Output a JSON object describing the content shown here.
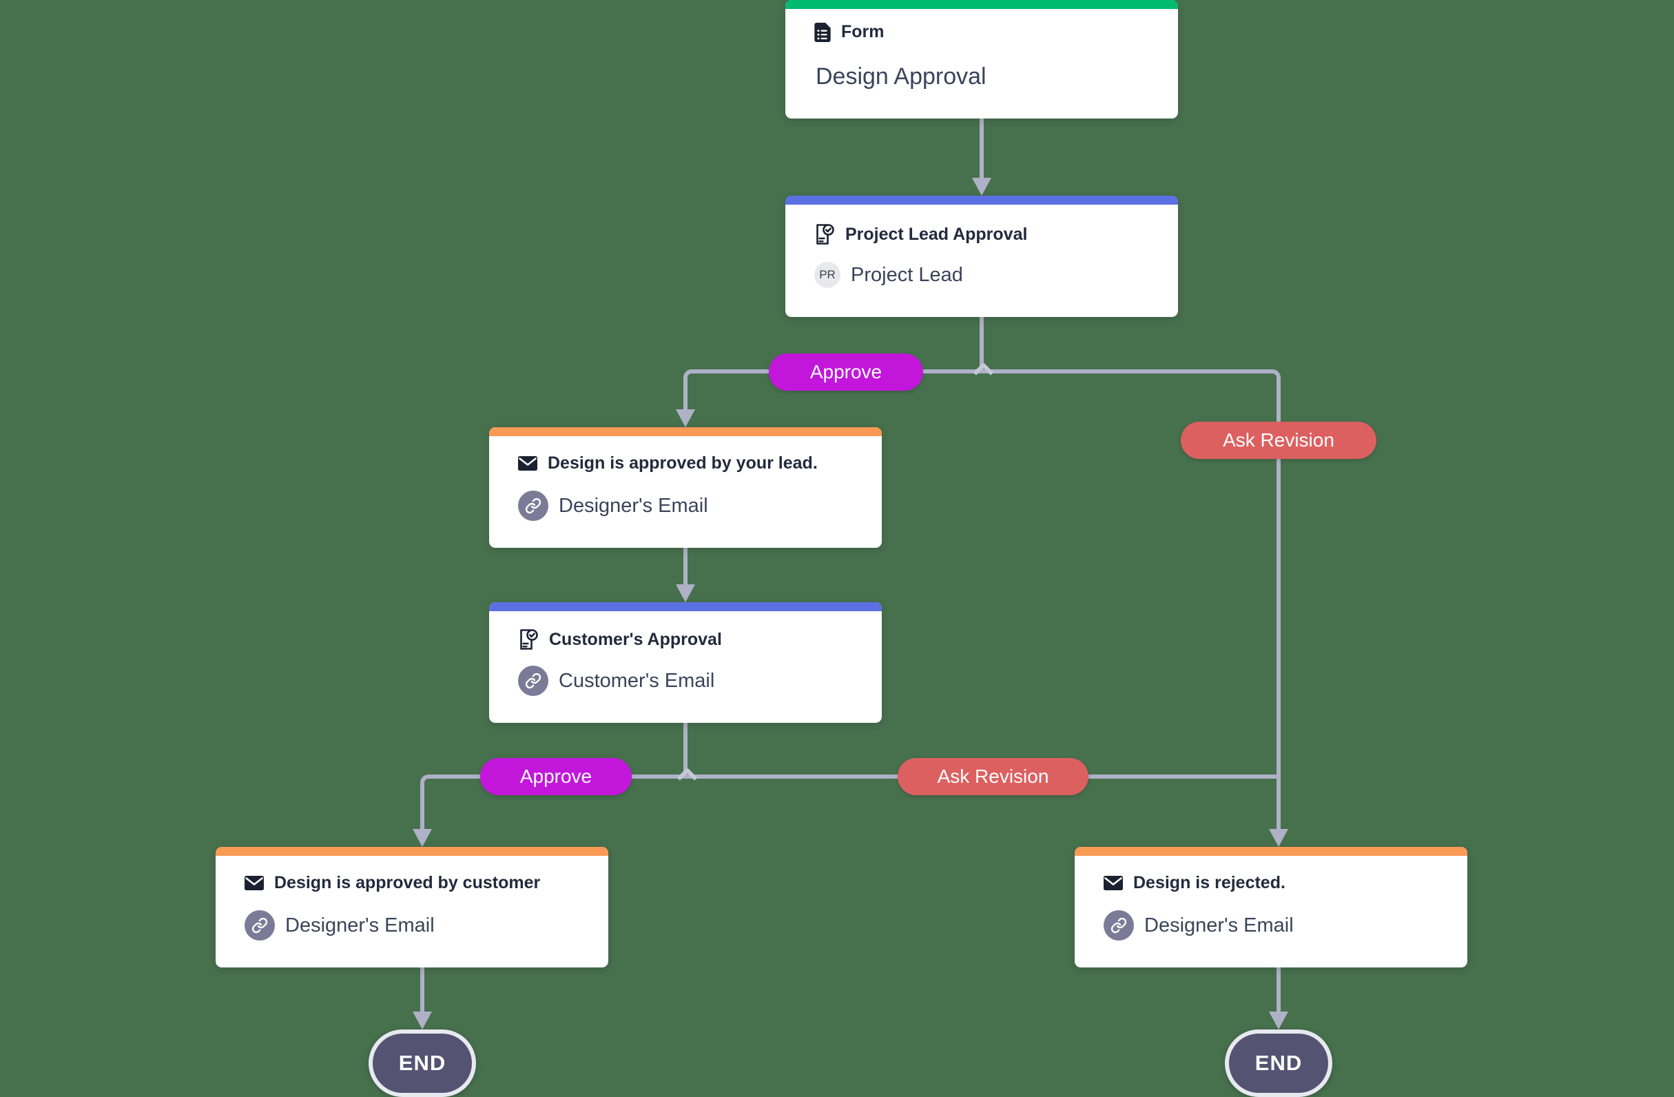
{
  "background": "#47704D",
  "connector_color": "#AFB1C6",
  "nodes": [
    {
      "id": "form",
      "accent": "#00BA70",
      "label": "Form",
      "title": "Design Approval"
    },
    {
      "id": "project-lead-approval",
      "accent": "#5B70E3",
      "title": "Project Lead Approval",
      "avatar": "PR",
      "assignee": "Project Lead"
    },
    {
      "id": "email-approved-by-lead",
      "accent": "#F99A55",
      "title": "Design is approved by your lead.",
      "recipient": "Designer's Email"
    },
    {
      "id": "customer-approval",
      "accent": "#5B70E3",
      "title": "Customer's Approval",
      "recipient": "Customer's Email"
    },
    {
      "id": "email-approved-by-customer",
      "accent": "#F99A55",
      "title": "Design is approved by customer",
      "recipient": "Designer's Email"
    },
    {
      "id": "email-rejected",
      "accent": "#F99A55",
      "title": "Design is rejected.",
      "recipient": "Designer's Email"
    }
  ],
  "branches": {
    "lead": {
      "approve": {
        "label": "Approve",
        "color": "#C217DB"
      },
      "revision": {
        "label": "Ask Revision",
        "color": "#DD6060"
      }
    },
    "customer": {
      "approve": {
        "label": "Approve",
        "color": "#C217DB"
      },
      "revision": {
        "label": "Ask Revision",
        "color": "#DD6060"
      }
    }
  },
  "terminals": {
    "left": {
      "label": "END",
      "color": "#555372"
    },
    "right": {
      "label": "END",
      "color": "#555372"
    }
  }
}
